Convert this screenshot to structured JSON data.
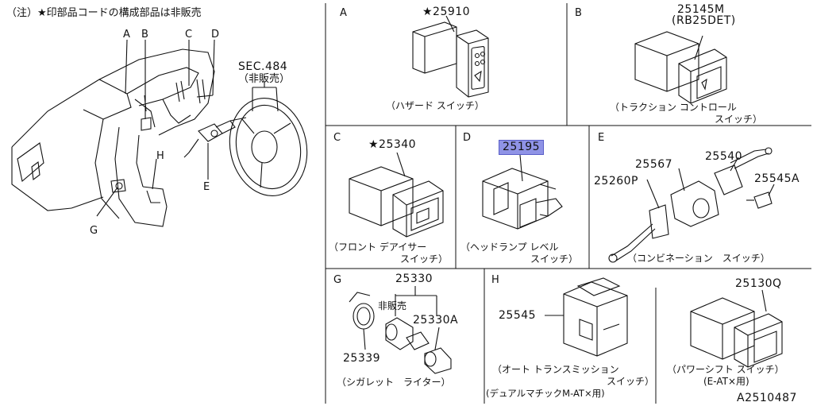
{
  "header_note": "（注）★印部品コードの構成部品は非販売",
  "overview": {
    "callouts": [
      "A",
      "B",
      "C",
      "D",
      "E",
      "G",
      "H"
    ],
    "sec_ref": "SEC.484",
    "sec_note": "（非販売）"
  },
  "panels": {
    "A": {
      "letter": "A",
      "part": "★25910",
      "caption": "（ハザード スイッチ）"
    },
    "B": {
      "letter": "B",
      "part": "25145M",
      "variant": "(RB25DET)",
      "caption_1": "（トラクション コントロール",
      "caption_2": "スイッチ）"
    },
    "C": {
      "letter": "C",
      "part": "★25340",
      "caption_1": "（フロント デアイサー",
      "caption_2": "スイッチ）"
    },
    "D": {
      "letter": "D",
      "part": "25195",
      "caption_1": "（ヘッドランプ レベル",
      "caption_2": "スイッチ）"
    },
    "E": {
      "letter": "E",
      "parts": [
        "25567",
        "25540",
        "25260P",
        "25545A"
      ],
      "caption": "（コンビネーション　スイッチ）"
    },
    "G": {
      "letter": "G",
      "parts": [
        "25330",
        "25330A",
        "25339"
      ],
      "not_sold": "非販売",
      "caption": "（シガレット　ライター）"
    },
    "H": {
      "letter": "H",
      "part": "25545",
      "caption_1": "（オート トランスミッション",
      "caption_2": "スイッチ）",
      "caption_3": "(デュアルマチックM-AT×用)"
    },
    "H2": {
      "part": "25130Q",
      "caption_1": "（パワーシフト スイッチ）",
      "caption_2": "(E-AT×用)"
    }
  },
  "figure_id": "A2510487"
}
